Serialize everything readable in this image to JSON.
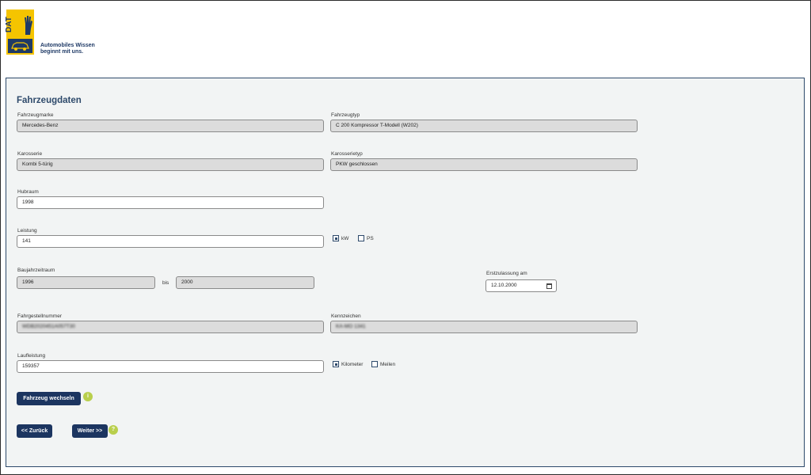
{
  "header": {
    "logo_text": "DAT",
    "tagline_line1": "Automobiles Wissen",
    "tagline_line2": "beginnt mit uns."
  },
  "panel": {
    "title": "Fahrzeugdaten",
    "fahrzeugmarke": {
      "label": "Fahrzeugmarke",
      "value": "Mercedes-Benz"
    },
    "fahrzeugtyp": {
      "label": "Fahrzeugtyp",
      "value": "C 200 Kompressor T-Modell (W202)"
    },
    "karosserie": {
      "label": "Karosserie",
      "value": "Kombi 5-türig"
    },
    "karosserietyp": {
      "label": "Karosserietyp",
      "value": "PKW geschlossen"
    },
    "hubraum": {
      "label": "Hubraum",
      "value": "1998"
    },
    "leistung": {
      "label": "Leistung",
      "value": "141",
      "unit_kw": "kW",
      "unit_ps": "PS",
      "selected": "kW"
    },
    "baujahrzeitraum": {
      "label": "Baujahrzeitraum",
      "from": "1996",
      "separator": "bis",
      "to": "2000"
    },
    "erstzulassung": {
      "label": "Erstzulassung am",
      "value": "12.10.2000"
    },
    "fahrgestellnummer": {
      "label": "Fahrgestellnummer",
      "value": "WDB2020451A057T30"
    },
    "kennzeichen": {
      "label": "Kennzeichen",
      "value": "KA-MO 1341"
    },
    "laufleistung": {
      "label": "Laufleistung",
      "value": "159357",
      "unit_km": "Kilometer",
      "unit_mi": "Meilen",
      "selected": "Kilometer"
    },
    "change_vehicle_button": "Fahrzeug wechseln",
    "change_vehicle_badge": "i",
    "back_button": "<< Zurück",
    "next_button": "Weiter >>",
    "next_badge": "?"
  },
  "colors": {
    "accent": "#1c3560",
    "panel_bg": "#f2f4f4",
    "badge": "#b9cf4c",
    "logo_yellow": "#f5c400"
  }
}
